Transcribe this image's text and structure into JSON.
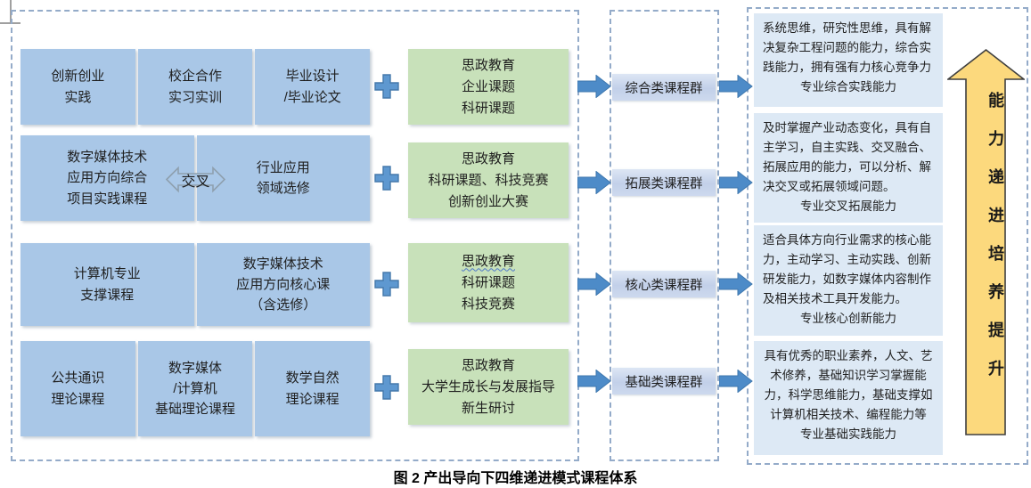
{
  "caption": "图 2 产出导向下四维递进模式课程体系",
  "left_panel": {
    "rows": [
      {
        "boxes": [
          "创新创业\n实践",
          "校企合作\n实习实训",
          "毕业设计\n/毕业论文"
        ]
      },
      {
        "boxes": [
          "数字媒体技术\n应用方向综合\n项目实践课程",
          "行业应用\n领域选修"
        ],
        "connector": "交叉"
      },
      {
        "boxes": [
          "计算机专业\n支撑课程",
          "数字媒体技术\n应用方向核心课\n（含选修）"
        ]
      },
      {
        "boxes": [
          "公共通识\n理论课程",
          "数字媒体\n/计算机\n基础理论课程",
          "数学自然\n理论课程"
        ]
      }
    ]
  },
  "green_boxes": [
    {
      "lines": [
        "思政教育",
        "企业课题",
        "科研课题"
      ]
    },
    {
      "lines": [
        "思政教育",
        "科研课题、科技竞赛",
        "创新创业大赛"
      ]
    },
    {
      "lines": [
        "思政教育",
        "科研课题",
        "科技竞赛"
      ]
    },
    {
      "lines": [
        "思政教育",
        "大学生成长与发展指导",
        "新生研讨"
      ]
    }
  ],
  "groups": [
    "综合类课程群",
    "拓展类课程群",
    "核心类课程群",
    "基础类课程群"
  ],
  "outcomes": [
    {
      "text": "系统思维，研究性思维，具有解决复杂工程问题的能力，综合实践能力，拥有强有力核心竞争力",
      "ability": "专业综合实践能力"
    },
    {
      "text": "及时掌握产业动态变化，具有自主学习，自主实践、交叉融合、拓展应用的能力，可以分析、解决交叉或拓展领域问题。",
      "ability": "专业交叉拓展能力"
    },
    {
      "text": "适合具体方向行业需求的核心能力，主动学习、主动实践、创新研发能力，如数字媒体内容制作及相关技术工具开发能力。",
      "ability": "专业核心创新能力"
    },
    {
      "text": "具有优秀的职业素养，人文、艺术修养，基础知识学习掌握能力，科学思维能力，基础支撑如计算机相关技术、编程能力等",
      "ability": "专业基础实践能力"
    }
  ],
  "ability_arrow_label": "能力递进培养提升",
  "colors": {
    "course_box_blue": "#a9c7e7",
    "support_box_green": "#c8e1ba",
    "group_label_blue": "#c5d3ea",
    "outcome_box_blue": "#dde9f5",
    "arrow_blue": "#4d8bc8",
    "ability_arrow_yellow": "#fcd97d",
    "dashed_border": "#94abc9"
  }
}
